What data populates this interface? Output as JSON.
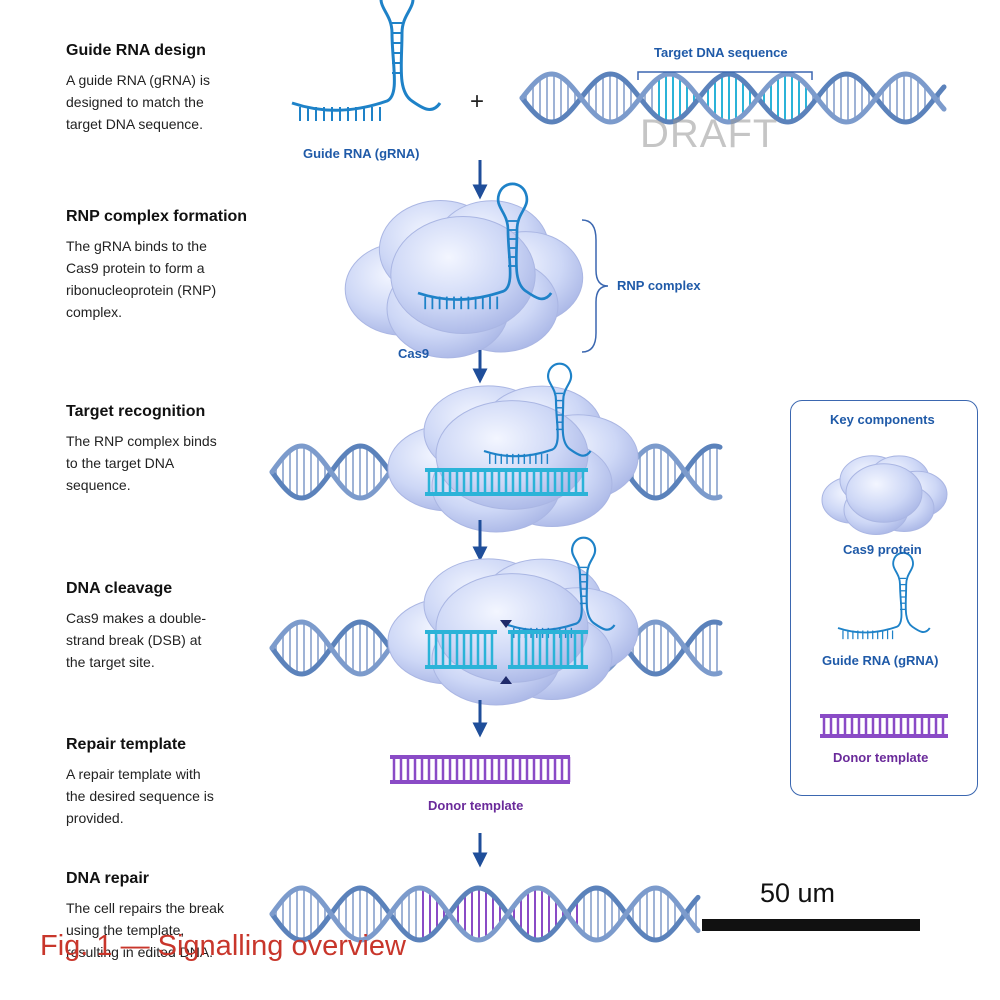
{
  "steps": [
    {
      "title": "Guide RNA design",
      "text": "A guide RNA (gRNA) is\ndesigned to match the\ntarget DNA sequence."
    },
    {
      "title": "RNP complex formation",
      "text": "The gRNA binds to the\nCas9 protein to form a\nribonucleoprotein (RNP)\ncomplex."
    },
    {
      "title": "Target recognition",
      "text": "The RNP complex binds\nto the target DNA\nsequence."
    },
    {
      "title": "DNA cleavage",
      "text": "Cas9 makes a double-\nstrand break (DSB) at\nthe target site."
    },
    {
      "title": "Repair template",
      "text": "A repair template with\nthe desired sequence is\nprovided."
    },
    {
      "title": "DNA repair",
      "text": "The cell repairs the break\nusing the template,\nresulting in edited DNA."
    }
  ],
  "labels": {
    "guide_rna": "Guide RNA (gRNA)",
    "plus": "+",
    "target_dna": "Target DNA sequence",
    "rnp_complex": "RNP complex",
    "cas9": "Cas9",
    "donor_template": "Donor template"
  },
  "key": {
    "title": "Key components",
    "cas9": "Cas9 protein",
    "grna": "Guide RNA (gRNA)",
    "donor": "Donor template"
  },
  "scale_bar": {
    "label": "50 um"
  },
  "caption": "Fig. 1 — Signalling overview",
  "watermark": "DRAFT",
  "colors": {
    "dna": "#5b82bb",
    "rna": "#1e82c8",
    "target": "#2bb3d8",
    "donor": "#8a4bc6",
    "arrow": "#1f4e9a",
    "cas9": "#c9d4f4",
    "caption": "#c8362b"
  }
}
